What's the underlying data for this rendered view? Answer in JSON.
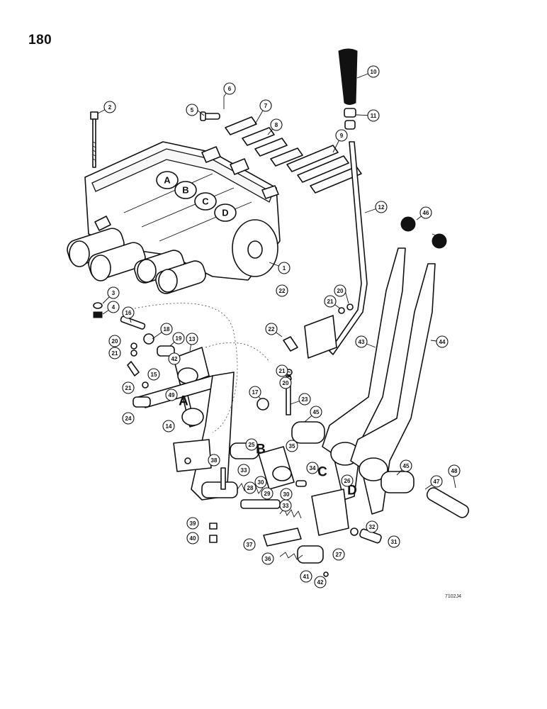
{
  "page_number": "180",
  "figure_code": "7102J4",
  "valve_labels": [
    "A",
    "B",
    "C",
    "D"
  ],
  "section_letters": [
    "A",
    "B",
    "C",
    "D"
  ],
  "callouts": [
    "1",
    "2",
    "3",
    "4",
    "5",
    "6",
    "7",
    "8",
    "9",
    "10",
    "11",
    "12",
    "13",
    "14",
    "15",
    "16",
    "17",
    "18",
    "19",
    "20",
    "20",
    "20",
    "21",
    "21",
    "21",
    "21",
    "22",
    "22",
    "23",
    "24",
    "25",
    "26",
    "27",
    "28",
    "29",
    "30",
    "30",
    "31",
    "32",
    "33",
    "33",
    "34",
    "35",
    "36",
    "37",
    "38",
    "39",
    "40",
    "41",
    "42",
    "42",
    "43",
    "44",
    "45",
    "45",
    "46",
    "47",
    "48",
    "49"
  ]
}
